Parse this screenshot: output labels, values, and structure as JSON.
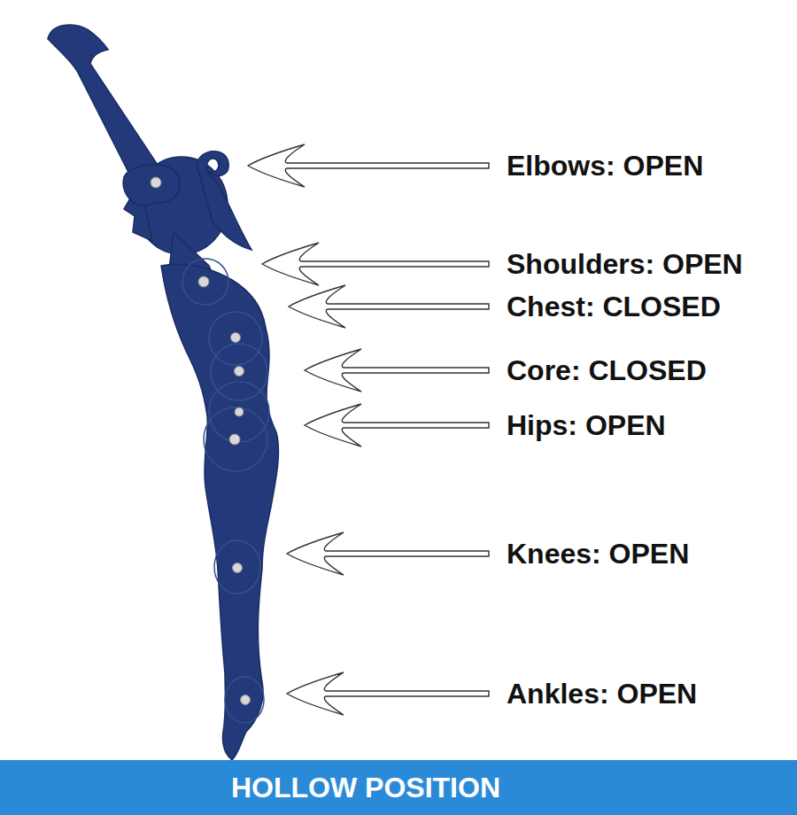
{
  "diagram": {
    "nodes": [
      {
        "text": [
          "HOLLOW POSITION"
        ]
      }
    ],
    "labels": [
      "Elbows: OPEN",
      "Shoulders: OPEN",
      "Chest: CLOSED",
      "Core: CLOSED",
      "Hips: OPEN",
      "Knees: OPEN",
      "Ankles: OPEN"
    ]
  }
}
